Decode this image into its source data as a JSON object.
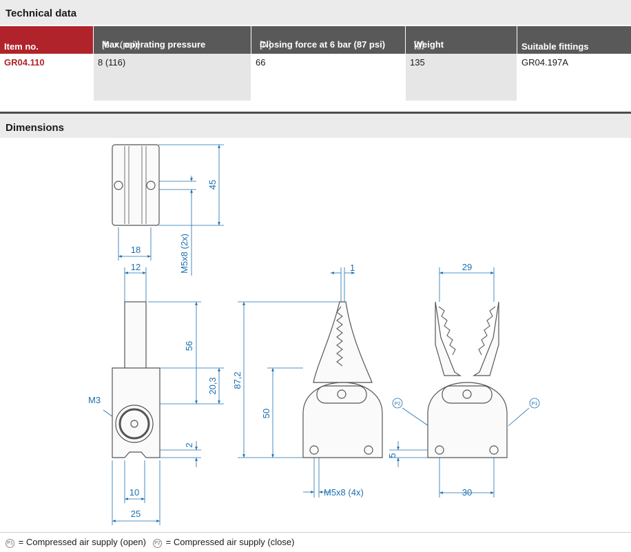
{
  "technical_data": {
    "title": "Technical data",
    "columns": [
      {
        "label": "Item no.",
        "unit": "",
        "value": "GR04.110"
      },
      {
        "label": "Max. operating pressure",
        "unit": "[bar (psi)]",
        "value": "8 (116)"
      },
      {
        "label": "Closing force at 6 bar (87 psi)",
        "unit": "[N]",
        "value": "66"
      },
      {
        "label": "Weight",
        "unit": "[g]",
        "value": "135"
      },
      {
        "label": "Suitable fittings",
        "unit": "",
        "value": "GR04.197A"
      }
    ]
  },
  "dimensions": {
    "title": "Dimensions",
    "labels": {
      "d45": "45",
      "d18": "18",
      "m5x8_2x": "M5x8 (2x)",
      "d12": "12",
      "d56": "56",
      "d20_3": "20,3",
      "m3": "M3",
      "d2": "2",
      "d10": "10",
      "d25": "25",
      "d1": "1",
      "d87_2": "87,2",
      "d50": "50",
      "m5x8_4x": "M5x8 (4x)",
      "d29": "29",
      "p2": "P2",
      "p1": "P1",
      "d5": "5",
      "d30": "30"
    }
  },
  "legend": {
    "p1_badge": "P1",
    "p1_text": "= Compressed air supply (open)",
    "p2_badge": "P2",
    "p2_text": "= Compressed air supply (close)"
  }
}
